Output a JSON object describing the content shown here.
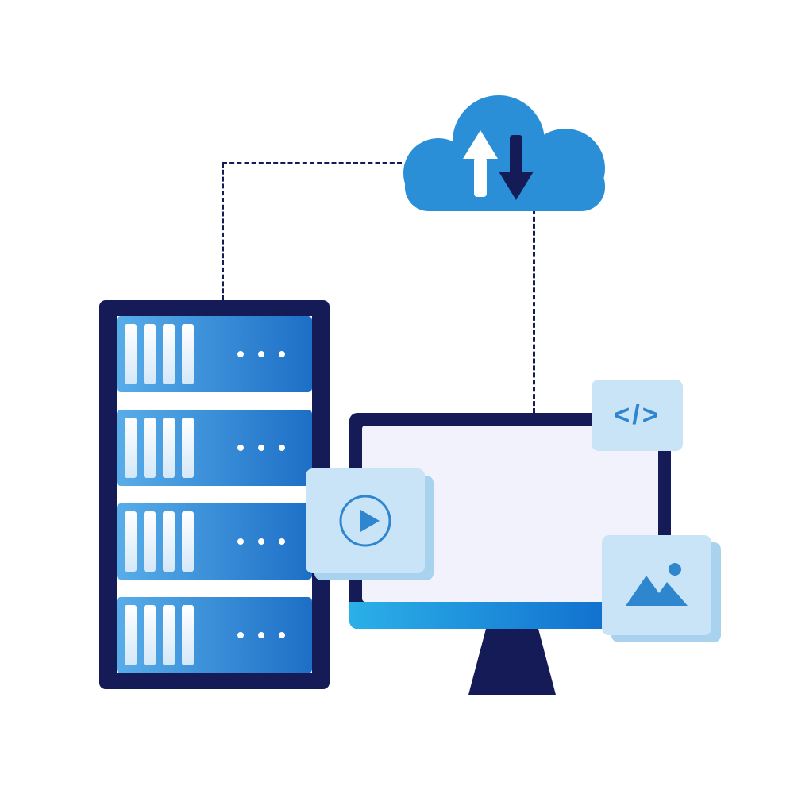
{
  "illustration": {
    "colors": {
      "navy": "#141b56",
      "cloud_blue": "#2b8fd8",
      "server_grad_start": "#58ade9",
      "server_grad_end": "#1d6fc6",
      "card_light": "#c9e3f7",
      "card_shadow": "#a9d2ef",
      "screen": "#f1f2fb",
      "strip_start": "#2bb0e8",
      "strip_end": "#0b61c9",
      "accent": "#2e86cf",
      "bar_top": "#ffffff",
      "bar_bottom": "#d4e8f9",
      "background": "#ffffff"
    },
    "code_card": {
      "glyph": "</>"
    },
    "server_rack": {
      "units": 4,
      "bars_per_unit": 4,
      "dots_per_unit": 3
    }
  }
}
